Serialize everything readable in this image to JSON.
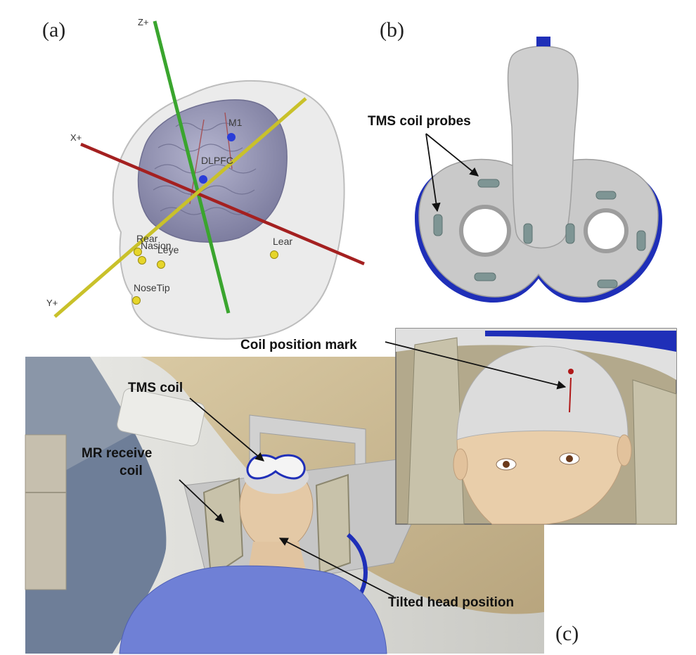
{
  "panels": {
    "a": {
      "letter": "(a)"
    },
    "b": {
      "letter": "(b)"
    },
    "c": {
      "letter": "(c)"
    }
  },
  "axes": {
    "z": "Z+",
    "x": "X+",
    "y": "Y+"
  },
  "brain_labels": {
    "m1": "M1",
    "dlpfc": "DLPFC"
  },
  "landmarks": {
    "rear": "Rear",
    "nasion": "Nasion",
    "leye": "Leye",
    "lear": "Lear",
    "nosetip": "NoseTip"
  },
  "callouts": {
    "probes": "TMS coil probes",
    "coil_mark": "Coil position mark",
    "tms_coil": "TMS coil",
    "mr_coil_line1": "MR receive",
    "mr_coil_line2": "coil",
    "tilted_head": "Tilted head position"
  },
  "colors": {
    "z_axis": "#3aa52e",
    "x_axis": "#a42020",
    "y_axis": "#c9c12a",
    "brain": "#9a9ab8",
    "coil_grey": "#c8c8c8",
    "coil_blue": "#1f2fb8",
    "landmark": "#e6d52a",
    "shirt": "#6f80d6"
  }
}
